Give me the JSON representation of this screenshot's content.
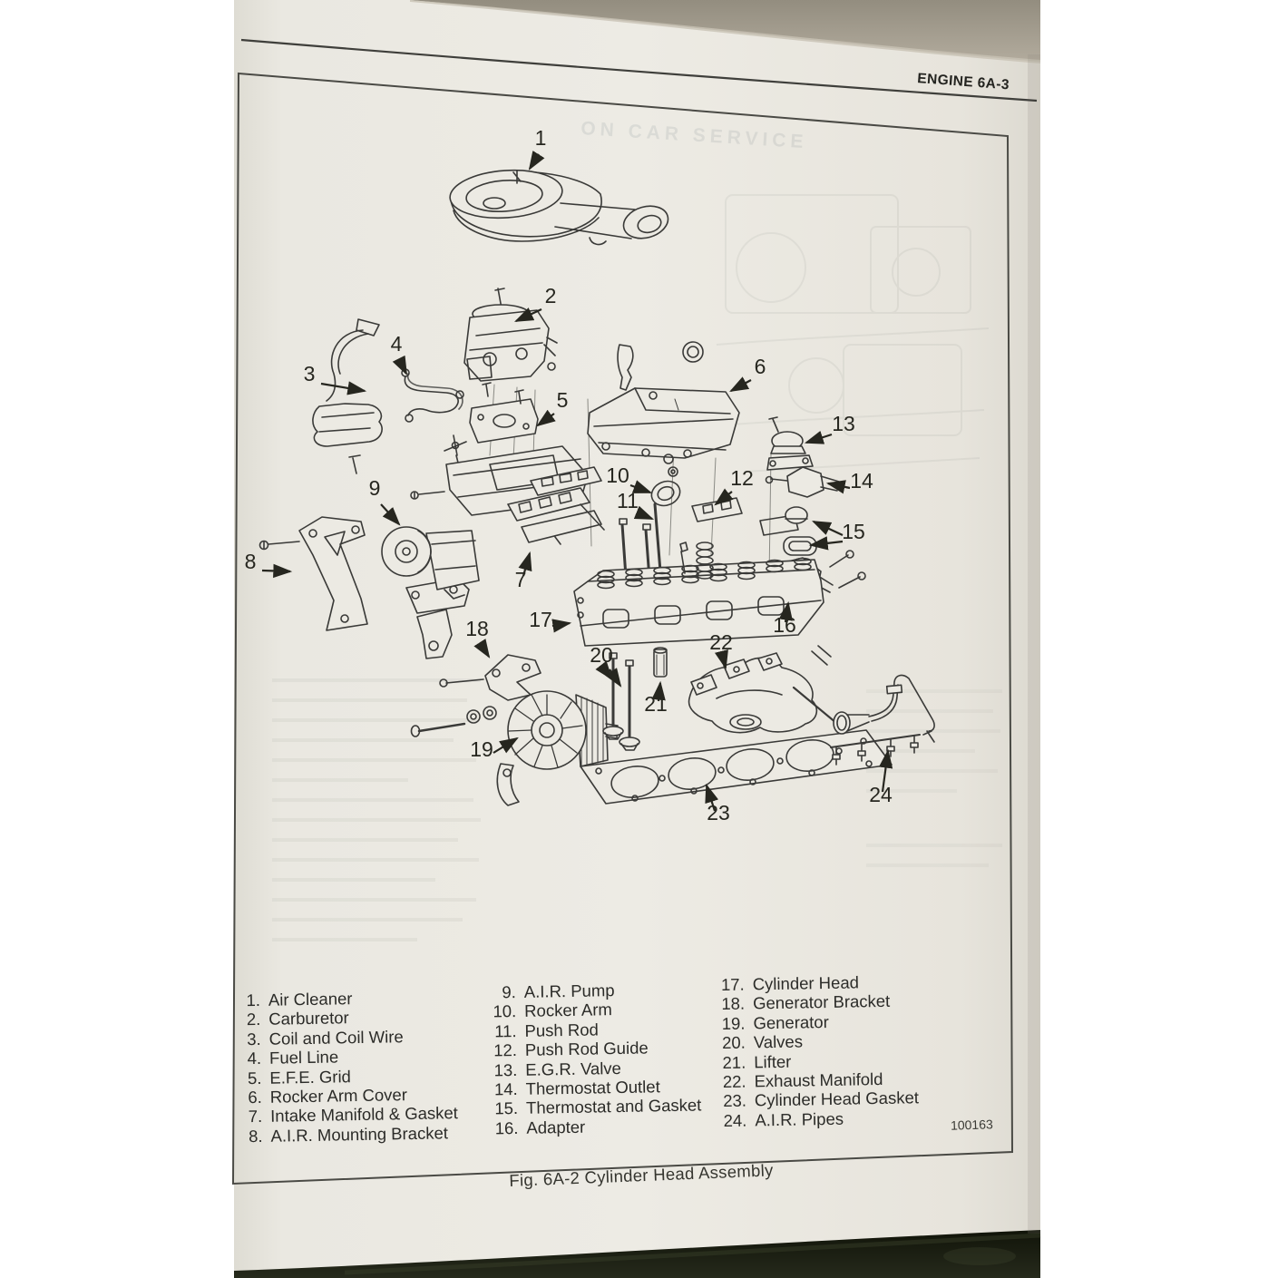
{
  "page": {
    "header_label": "ENGINE 6A-3",
    "caption": "Fig. 6A-2 Cylinder Head Assembly",
    "figure_number": "100163",
    "ghost_text": "ON CAR SERVICE"
  },
  "parts_list": {
    "column1": [
      {
        "num": "1.",
        "label": "Air Cleaner"
      },
      {
        "num": "2.",
        "label": "Carburetor"
      },
      {
        "num": "3.",
        "label": "Coil and Coil Wire"
      },
      {
        "num": "4.",
        "label": "Fuel Line"
      },
      {
        "num": "5.",
        "label": "E.F.E. Grid"
      },
      {
        "num": "6.",
        "label": "Rocker Arm Cover"
      },
      {
        "num": "7.",
        "label": "Intake Manifold & Gasket"
      },
      {
        "num": "8.",
        "label": "A.I.R. Mounting Bracket"
      }
    ],
    "column2": [
      {
        "num": "9.",
        "label": "A.I.R. Pump"
      },
      {
        "num": "10.",
        "label": "Rocker Arm"
      },
      {
        "num": "11.",
        "label": "Push Rod"
      },
      {
        "num": "12.",
        "label": "Push Rod Guide"
      },
      {
        "num": "13.",
        "label": "E.G.R. Valve"
      },
      {
        "num": "14.",
        "label": "Thermostat Outlet"
      },
      {
        "num": "15.",
        "label": "Thermostat and Gasket"
      },
      {
        "num": "16.",
        "label": "Adapter"
      }
    ],
    "column3": [
      {
        "num": "17.",
        "label": "Cylinder Head"
      },
      {
        "num": "18.",
        "label": "Generator Bracket"
      },
      {
        "num": "19.",
        "label": "Generator"
      },
      {
        "num": "20.",
        "label": "Valves"
      },
      {
        "num": "21.",
        "label": "Lifter"
      },
      {
        "num": "22.",
        "label": "Exhaust Manifold"
      },
      {
        "num": "23.",
        "label": "Cylinder Head Gasket"
      },
      {
        "num": "24.",
        "label": "A.I.R. Pipes"
      }
    ]
  },
  "callouts": [
    "1",
    "2",
    "3",
    "4",
    "5",
    "6",
    "7",
    "8",
    "9",
    "10",
    "11",
    "12",
    "13",
    "14",
    "15",
    "16",
    "17",
    "18",
    "19",
    "20",
    "21",
    "22",
    "23",
    "24"
  ],
  "colors": {
    "paper": "#eae8e1",
    "ink": "#3a3a38",
    "table_tan": "#a79f90",
    "table_dark": "#1b1e12"
  }
}
